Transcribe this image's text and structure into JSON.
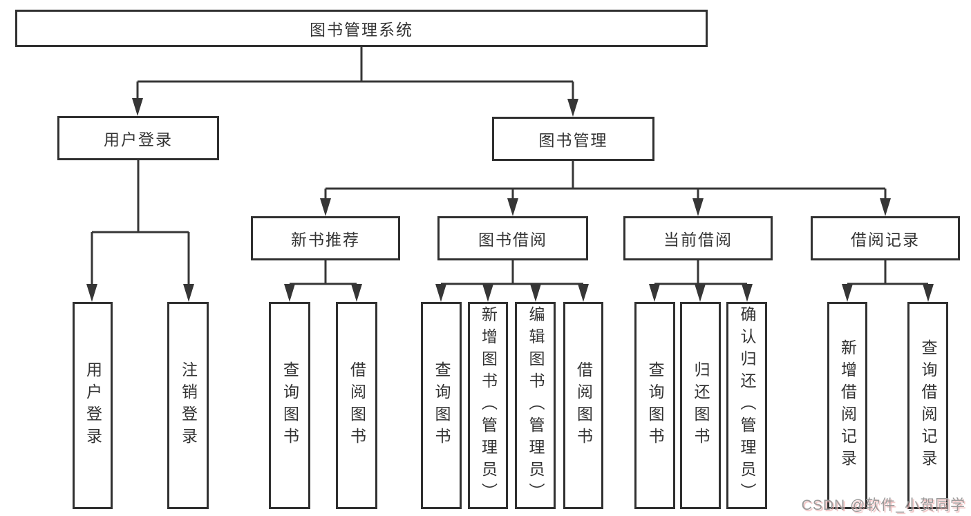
{
  "tree": {
    "label": "图书管理系统",
    "children": [
      {
        "label": "用户登录",
        "children": [
          {
            "label": "用户登录"
          },
          {
            "label": "注销登录"
          }
        ]
      },
      {
        "label": "图书管理",
        "children": [
          {
            "label": "新书推荐",
            "children": [
              {
                "label": "查询图书"
              },
              {
                "label": "借阅图书"
              }
            ]
          },
          {
            "label": "图书借阅",
            "children": [
              {
                "label": "查询图书"
              },
              {
                "label": "新增图书（管理员）"
              },
              {
                "label": "编辑图书（管理员）"
              },
              {
                "label": "借阅图书"
              }
            ]
          },
          {
            "label": "当前借阅",
            "children": [
              {
                "label": "查询图书"
              },
              {
                "label": "归还图书"
              },
              {
                "label": "确认归还（管理员）"
              }
            ]
          },
          {
            "label": "借阅记录",
            "children": [
              {
                "label": "新增借阅记录"
              },
              {
                "label": "查询借阅记录"
              }
            ]
          }
        ]
      }
    ]
  },
  "watermark": {
    "text": "CSDN @软件_小贺同学"
  },
  "colors": {
    "line": "#363636",
    "border": "#303030",
    "text": "#333333",
    "watermark_gray": "#9a9a9a",
    "watermark_shadow": "#ecb2b2",
    "background": "#ffffff"
  }
}
